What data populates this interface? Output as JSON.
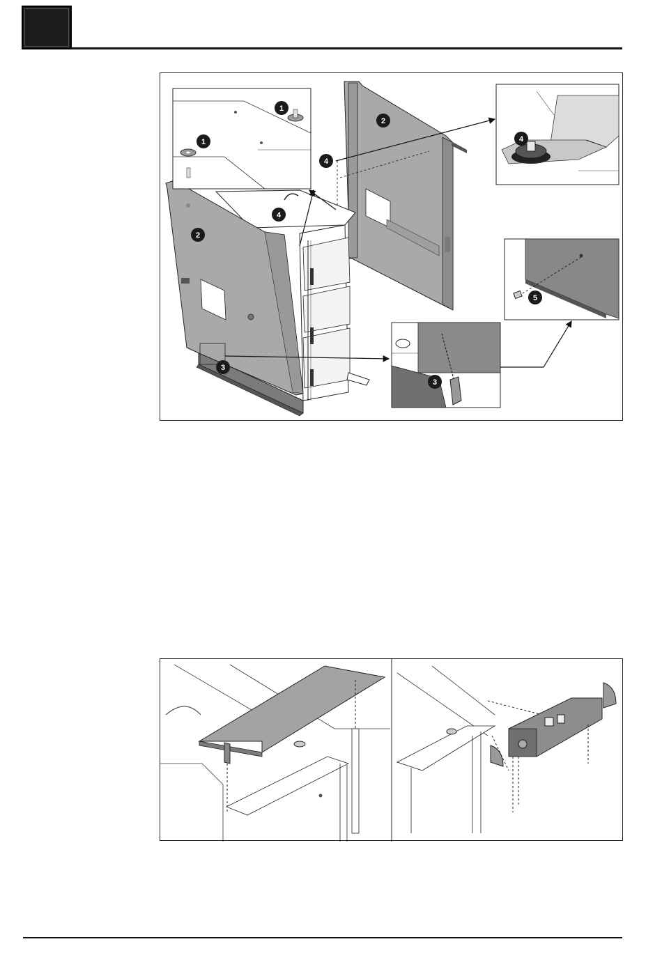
{
  "callouts": {
    "c1a": "1",
    "c1b": "1",
    "c2a": "2",
    "c2b": "2",
    "c3a": "3",
    "c3b": "3",
    "c4a": "4",
    "c4b": "4",
    "c4c": "4",
    "c5": "5"
  },
  "colors": {
    "panel": "#a9a9a9",
    "panel_dark": "#6f6f6f",
    "line": "#222222",
    "callout_fill": "#1a1a1a"
  }
}
